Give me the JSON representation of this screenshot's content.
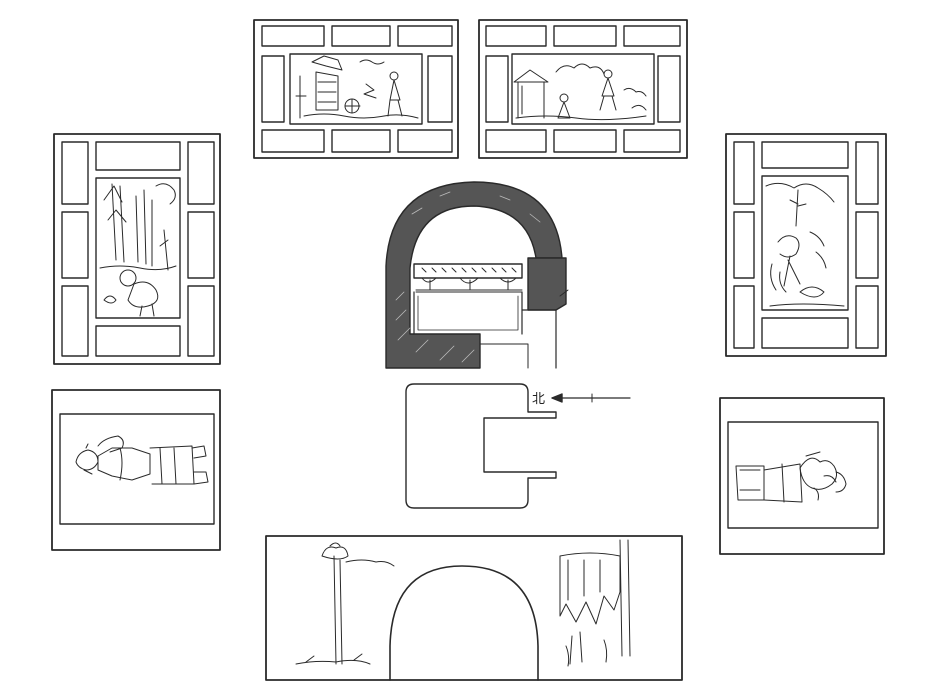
{
  "compass": {
    "north_label": "北"
  },
  "colors": {
    "ink": "#2a2a2a",
    "fill_dark": "#555555",
    "paper": "#ffffff"
  },
  "panels": [
    {
      "id": "top-left",
      "content": "scene-figures-and-cart"
    },
    {
      "id": "top-right",
      "content": "scene-house-and-figures"
    },
    {
      "id": "left-upper",
      "content": "scene-trees-and-lion"
    },
    {
      "id": "right-upper",
      "content": "scene-tree-and-crane"
    },
    {
      "id": "left-lower",
      "content": "standing-figure"
    },
    {
      "id": "right-lower",
      "content": "standing-figure"
    },
    {
      "id": "bottom",
      "content": "arched-doorway-with-lamp-and-curtain"
    }
  ]
}
